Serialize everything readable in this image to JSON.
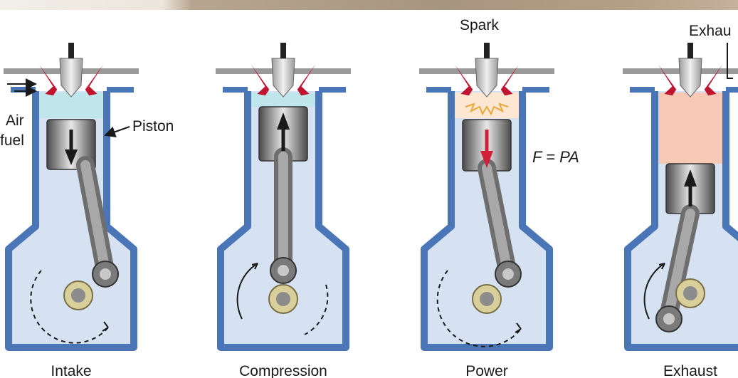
{
  "labels": {
    "spark": "Spark",
    "exhaust_top": "Exhau",
    "air": "Air",
    "fuel": "fuel",
    "piston": "Piston",
    "formula": "F = PA"
  },
  "stages": [
    {
      "label": "Intake",
      "piston_arrow": "down",
      "arrow_color": "#1a1a1a",
      "chamber_color": "#bfe6ea"
    },
    {
      "label": "Compression",
      "piston_arrow": "up",
      "arrow_color": "#1a1a1a",
      "chamber_color": "#bfe6ea"
    },
    {
      "label": "Power",
      "piston_arrow": "down",
      "arrow_color": "#d0203a",
      "chamber_color": "#fde6d2"
    },
    {
      "label": "Exhaust",
      "piston_arrow": "up",
      "arrow_color": "#1a1a1a",
      "chamber_color": "#f7c9b4"
    }
  ],
  "colors": {
    "cylinder_wall": "#4a76b8",
    "crankcase_fill": "#d6e2f1",
    "valve": "#c0142e",
    "piston_body": "#6f6f6f",
    "rod": "#8f8f8f",
    "crank_pin": "#d9cf9b"
  }
}
